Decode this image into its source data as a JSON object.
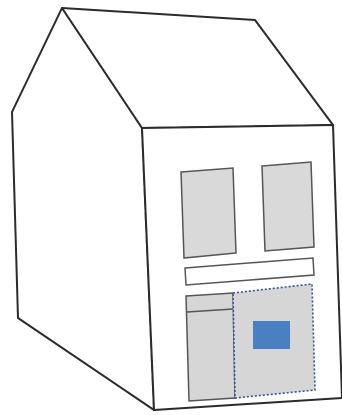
{
  "colors": {
    "background": "#ffffff",
    "outline": "#2b2b2b",
    "wall": "#ffffff",
    "window_fill": "#d9d9d9",
    "band_fill": "#ffffff",
    "door_fill": "#d6d6d6",
    "highlight_border": "#2f5597",
    "marker_fill": "#4a7fc1"
  },
  "house": {
    "windows": 2,
    "bands": 1,
    "doors": 1,
    "highlighted_panel": {
      "border_style": "dotted",
      "marker": "blue-rectangle"
    }
  }
}
